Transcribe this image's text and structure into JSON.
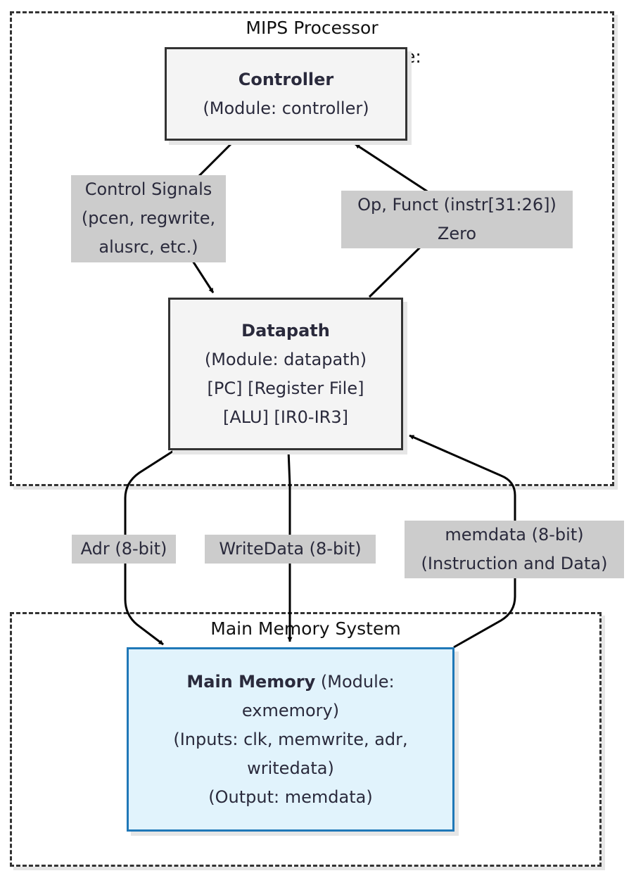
{
  "clusters": {
    "processor": {
      "title": "MIPS Processor",
      "stray_text": "e:"
    },
    "memory": {
      "title": "Main Memory System"
    }
  },
  "nodes": {
    "controller": {
      "title": "Controller",
      "lines": [
        "(Module: controller)"
      ]
    },
    "datapath": {
      "title": "Datapath",
      "lines": [
        "(Module: datapath)",
        "[PC] [Register File]",
        "[ALU] [IR0-IR3]"
      ]
    },
    "main_memory": {
      "title": "Main Memory",
      "title_suffix": " (Module:",
      "lines": [
        "exmemory)",
        "(Inputs: clk, memwrite, adr,",
        "writedata)",
        "(Output: memdata)"
      ]
    }
  },
  "edges": {
    "control_signals": {
      "lines": [
        "Control Signals",
        "(pcen, regwrite,",
        "alusrc, etc.)"
      ]
    },
    "op_funct": {
      "lines": [
        "Op, Funct (instr[31:26])",
        "Zero"
      ]
    },
    "adr": {
      "lines": [
        "Adr (8-bit)"
      ]
    },
    "writedata": {
      "lines": [
        "WriteData (8-bit)"
      ]
    },
    "memdata": {
      "lines": [
        "memdata (8-bit)",
        "(Instruction and Data)"
      ]
    }
  },
  "colors": {
    "node_fill": "#f4f4f4",
    "memory_fill": "#e1f3fc",
    "memory_border": "#1f78b8",
    "label_bg": "#cccccc"
  }
}
